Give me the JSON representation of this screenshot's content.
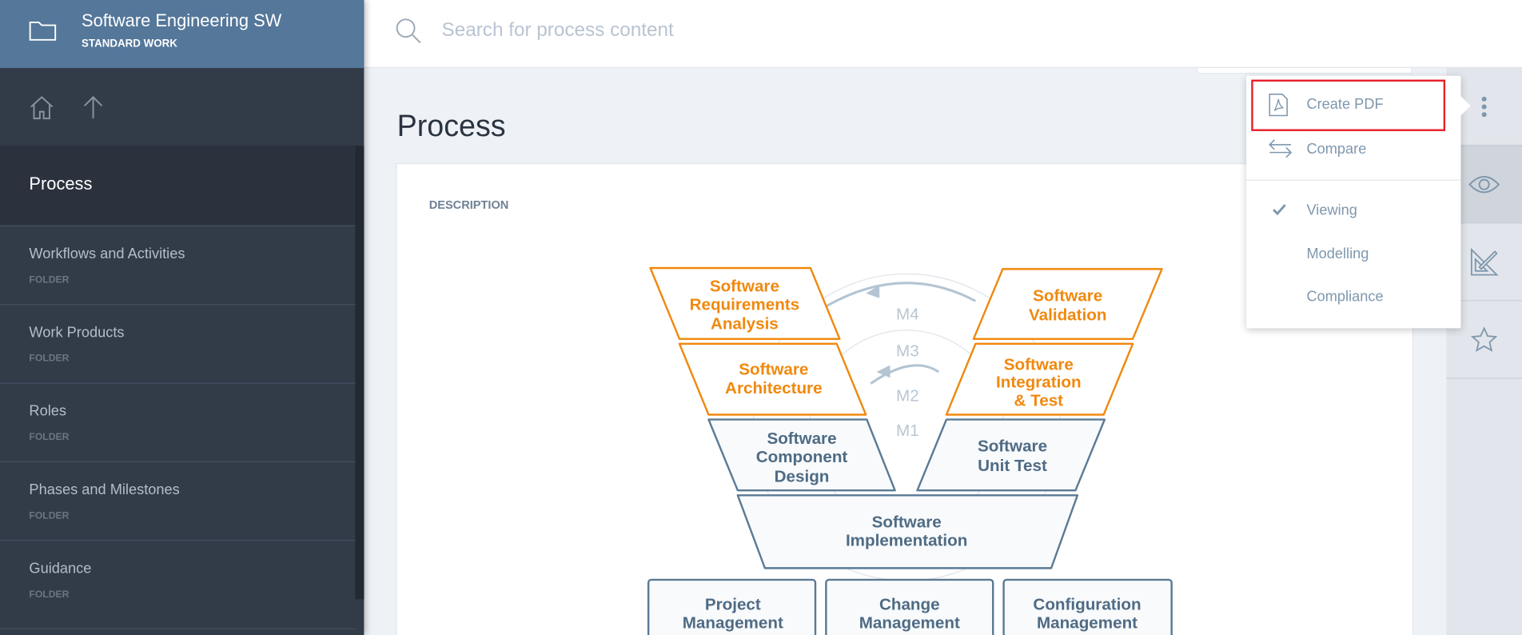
{
  "sidebar": {
    "title": "Software Engineering SW",
    "subtitle": "STANDARD WORK",
    "current": "Process",
    "items": [
      {
        "label": "Workflows and Activities",
        "type": "FOLDER"
      },
      {
        "label": "Work Products",
        "type": "FOLDER"
      },
      {
        "label": "Roles",
        "type": "FOLDER"
      },
      {
        "label": "Phases and Milestones",
        "type": "FOLDER"
      },
      {
        "label": "Guidance",
        "type": "FOLDER"
      }
    ]
  },
  "search": {
    "placeholder": "Search for process content"
  },
  "page": {
    "title": "Process",
    "section": "DESCRIPTION"
  },
  "menu": {
    "items": [
      {
        "label": "Create PDF",
        "icon": "pdf-icon"
      },
      {
        "label": "Compare",
        "icon": "compare-icon"
      },
      {
        "label": "Viewing",
        "checked": true
      },
      {
        "label": "Modelling",
        "checked": false
      },
      {
        "label": "Compliance",
        "checked": false
      }
    ]
  },
  "diagram": {
    "sra": [
      "Software",
      "Requirements",
      "Analysis"
    ],
    "sa": [
      "Software",
      "Architecture"
    ],
    "scd": [
      "Software",
      "Component",
      "Design"
    ],
    "sv": [
      "Software",
      "Validation"
    ],
    "sit": [
      "Software",
      "Integration",
      "& Test"
    ],
    "sut": [
      "Software",
      "Unit Test"
    ],
    "si": [
      "Software",
      "Implementation"
    ],
    "pm": [
      "Project",
      "Management"
    ],
    "cm": [
      "Change",
      "Management"
    ],
    "cfg": [
      "Configuration",
      "Management"
    ],
    "milestones": [
      "M4",
      "M3",
      "M2",
      "M1"
    ],
    "colors": {
      "orange": "#f0890f",
      "blue": "#5b7a94"
    }
  }
}
